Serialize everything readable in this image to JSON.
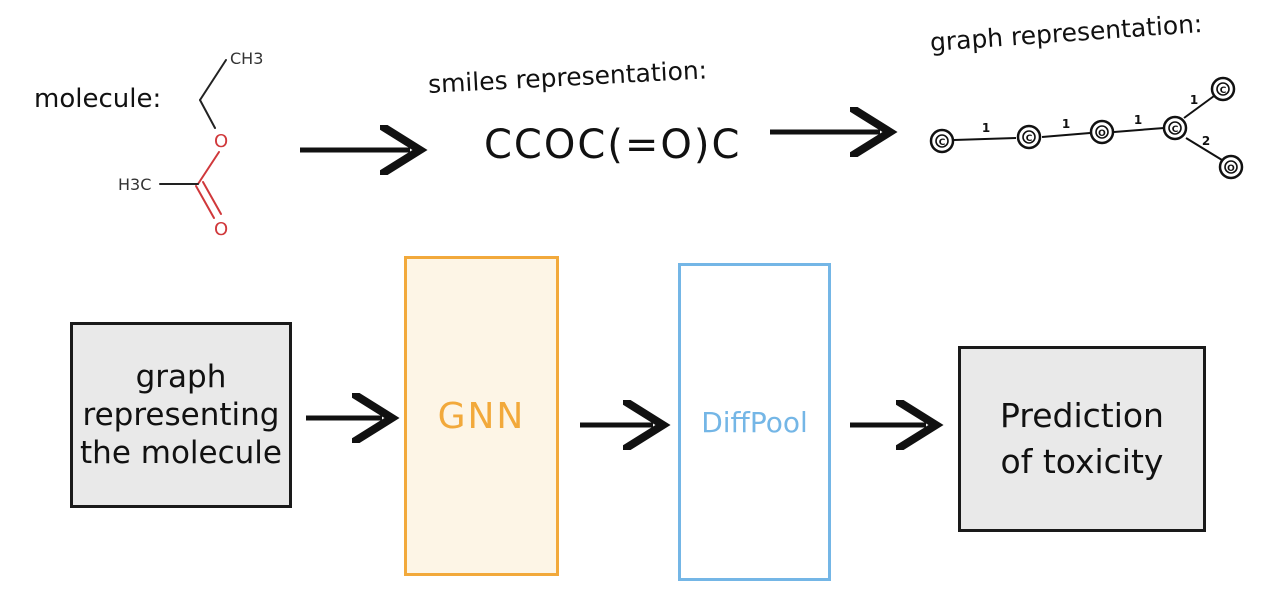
{
  "top_row": {
    "molecule_label": "molecule:",
    "atoms": {
      "ch3_top": "CH3",
      "oxygen_ether": "O",
      "h3c_left": "H3C",
      "oxygen_carbonyl": "O"
    },
    "smiles_label": "smiles representation:",
    "smiles_value": "CCOC(=O)C",
    "graph_label": "graph representation:",
    "graph_nodes": [
      "C",
      "C",
      "O",
      "C",
      "C",
      "O"
    ],
    "graph_edge_labels": [
      "1",
      "1",
      "1",
      "1",
      "2"
    ]
  },
  "pipeline": {
    "input_box": [
      "graph",
      "representing",
      "the molecule"
    ],
    "gnn_box": "GNN",
    "diffpool_box": "DiffPool",
    "output_box": [
      "Prediction",
      "of toxicity"
    ]
  },
  "colors": {
    "oxygen_red": "#d0383b",
    "gnn_orange": "#f2a93b",
    "diffpool_blue": "#74b6e6",
    "box_gray": "#e9e9e9"
  }
}
